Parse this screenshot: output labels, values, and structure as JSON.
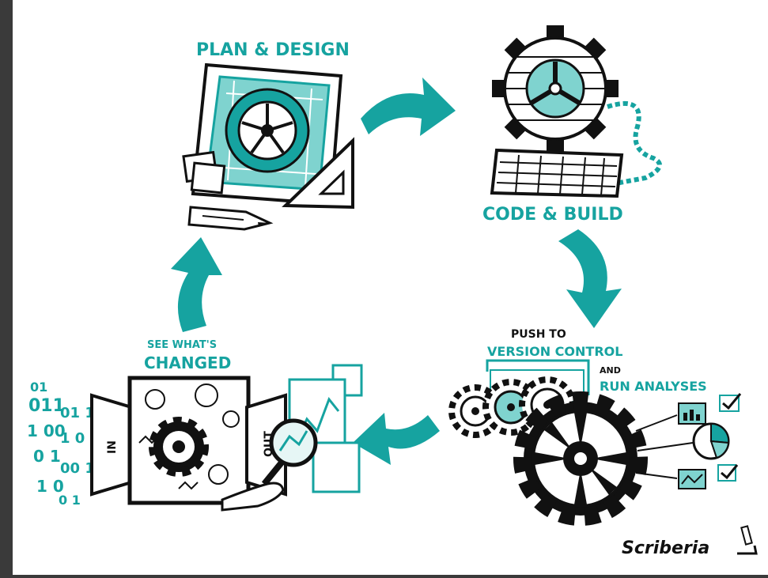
{
  "colors": {
    "teal": "#16a3a0",
    "ink": "#111111",
    "paper": "#ffffff",
    "border": "#3a3a3a"
  },
  "labels": {
    "plan_design": "PLAN & DESIGN",
    "code_build": "CODE & BUILD",
    "push_to": "PUSH TO",
    "version_control": "VERSION CONTROL",
    "and": "AND",
    "run_analyses": "RUN ANALYSES",
    "see_whats": "SEE WHAT'S",
    "changed": "CHANGED",
    "in": "IN",
    "out": "OUT"
  },
  "binary_rows": [
    "01",
    "011",
    "01 1",
    "1 00",
    "1 0",
    "0 1",
    "00 1",
    "1 0",
    "0 1"
  ],
  "signature": "Scriberia",
  "icons": [
    "blueprint-icon",
    "gear-icon",
    "set-square-icon",
    "pencil-icon",
    "sticky-notes-icon",
    "keyboard-icon",
    "cable-icon",
    "bar-chart-icon",
    "pie-chart-icon",
    "line-chart-icon",
    "checkmark-icon",
    "magnifying-glass-icon",
    "hand-icon",
    "microscope-icon"
  ]
}
